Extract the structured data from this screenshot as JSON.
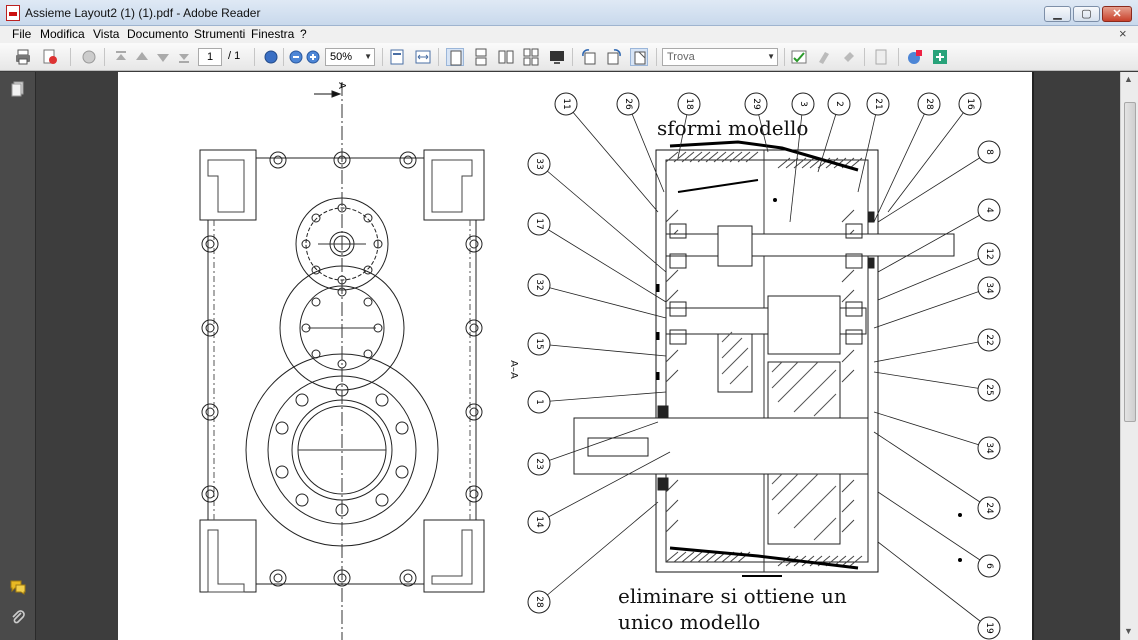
{
  "window": {
    "title": "Assieme Layout2 (1) (1).pdf - Adobe Reader",
    "controls": {
      "minimize": "▁",
      "maximize": "▢",
      "close": "✕"
    }
  },
  "menu": {
    "items": [
      "File",
      "Modifica",
      "Vista",
      "Documento",
      "Strumenti",
      "Finestra",
      "?"
    ],
    "close_doc": "×"
  },
  "toolbar": {
    "page_current": "1",
    "page_total": "/ 1",
    "zoom": "50%",
    "find_placeholder": "Trova"
  },
  "document": {
    "section_mark": "A",
    "section_label": "A–A",
    "annotations": {
      "top": "sformi modello",
      "bottom_line1": "eliminare si ottiene un",
      "bottom_line2": "unico modello"
    },
    "balloons_top": [
      "11",
      "26",
      "18",
      "29",
      "3",
      "2",
      "21",
      "28",
      "16"
    ],
    "balloons_left": [
      "33",
      "17",
      "32",
      "15",
      "1",
      "23",
      "14",
      "28"
    ],
    "balloons_right": [
      "8",
      "4",
      "12",
      "34",
      "22",
      "25",
      "34",
      "24",
      "6",
      "19"
    ]
  },
  "colors": {
    "workspace": "#3d3d3d",
    "page": "#ffffff",
    "menubar": "#f0f0f0"
  }
}
